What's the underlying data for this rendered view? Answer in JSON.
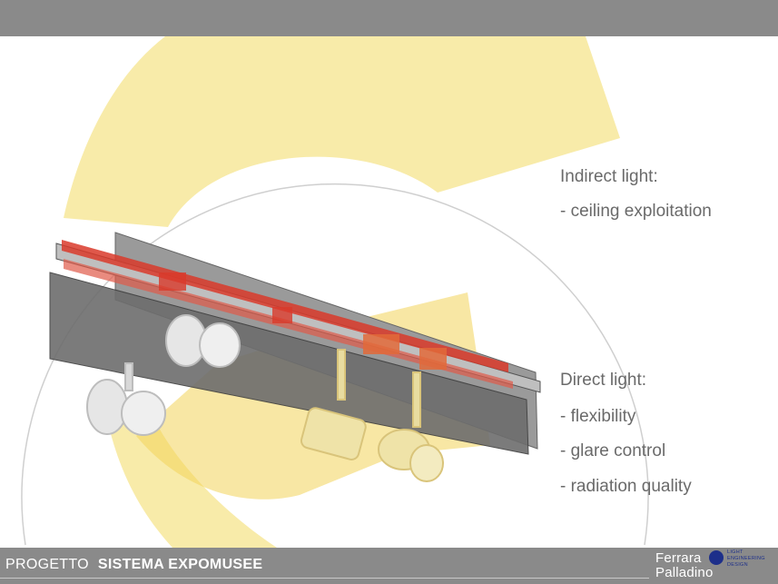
{
  "header": {},
  "text": {
    "indirect_title": "Indirect light:",
    "indirect_item_1": "- ceiling exploitation",
    "direct_title": "Direct light:",
    "direct_item_1": "- flexibility",
    "direct_item_2": "- glare control",
    "direct_item_3": "- radiation quality"
  },
  "footer": {
    "prefix": "PROGETTO",
    "project_name": "SISTEMA EXPOMUSEE",
    "logo_word_1": "Ferrara",
    "logo_word_2": "Palladino",
    "logo_small_1": "LIGHT",
    "logo_small_2": "ENGINEERING",
    "logo_small_3": "DESIGN"
  },
  "colors": {
    "bar_gray": "#8a8a8a",
    "light_yellow": "#f7e9a0",
    "text_gray": "#6a6a6a",
    "logo_blue": "#1d2f8a",
    "accent_red": "#d93a2a"
  }
}
